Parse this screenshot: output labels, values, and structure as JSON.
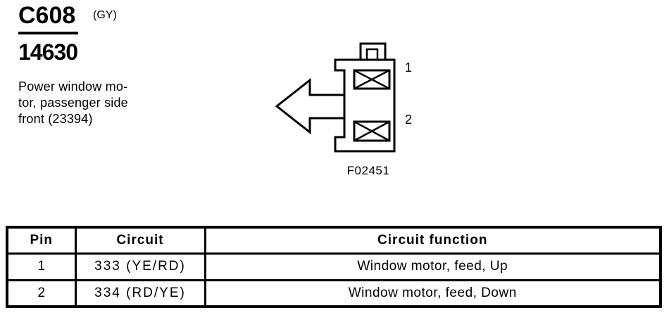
{
  "page_header": {
    "connector_id": "C608",
    "connector_color_code": "(GY)",
    "part_number": "14630",
    "description_lines": [
      "Power window mo-",
      "tor, passenger side",
      "front (23394)"
    ]
  },
  "diagram": {
    "caption": "F02451",
    "pins": [
      {
        "label": "1"
      },
      {
        "label": "2"
      }
    ]
  },
  "pinout_table": {
    "headers": [
      "Pin",
      "Circuit",
      "Circuit function"
    ],
    "rows": [
      [
        "1",
        "333 (YE/RD)",
        "Window motor, feed, Up"
      ],
      [
        "2",
        "334 (RD/YE)",
        "Window motor, feed, Down"
      ]
    ]
  },
  "colors": {
    "ink": "#000000",
    "paper": "#ffffff"
  }
}
